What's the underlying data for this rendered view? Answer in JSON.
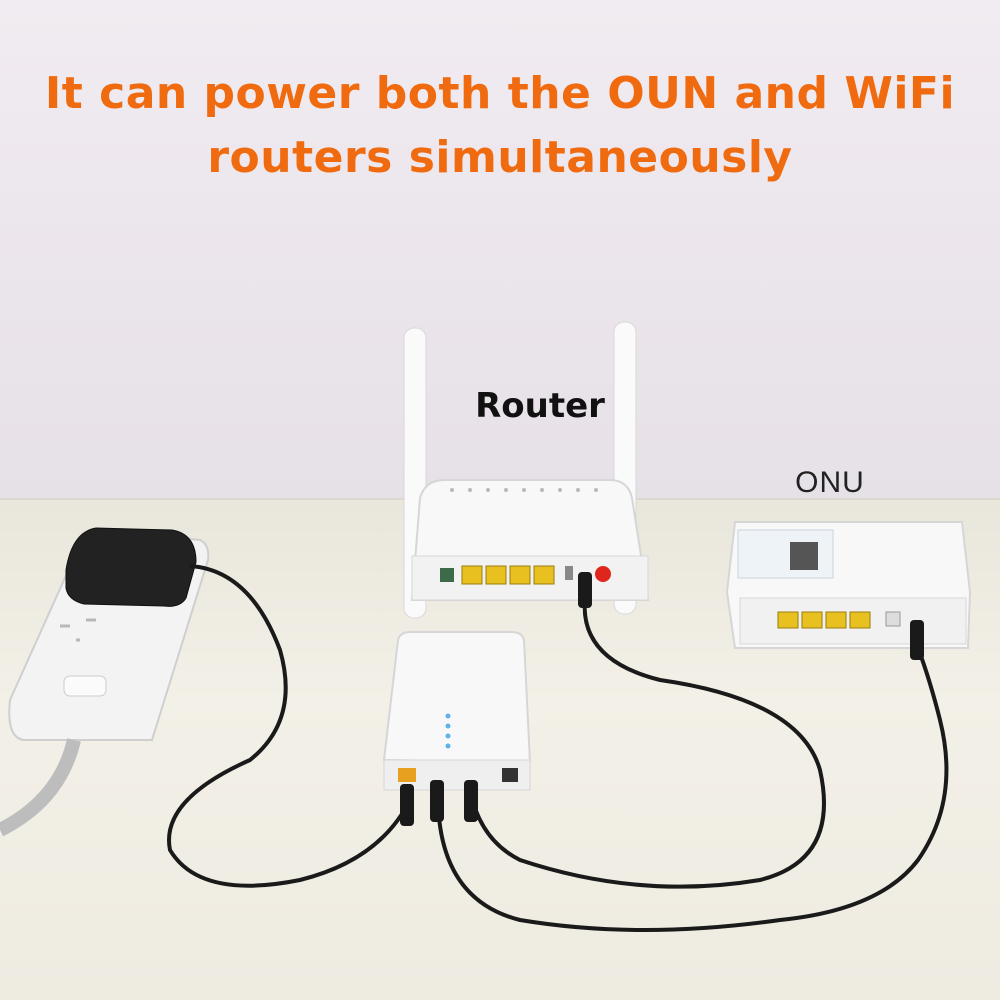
{
  "headline": {
    "line1": "It can power both the OUN and WiFi",
    "line2": "routers simultaneously"
  },
  "labels": {
    "router": "Router",
    "onu": "ONU"
  },
  "colors": {
    "headline": "#f06a10",
    "port_yellow": "#e8c020",
    "power_button": "#e0261c",
    "cable": "#1a1a1a"
  },
  "devices": {
    "power_strip": "power-strip",
    "adapter": "wall-adapter",
    "ups": "mini-ups",
    "router": "wifi-router",
    "onu": "onu-modem"
  }
}
